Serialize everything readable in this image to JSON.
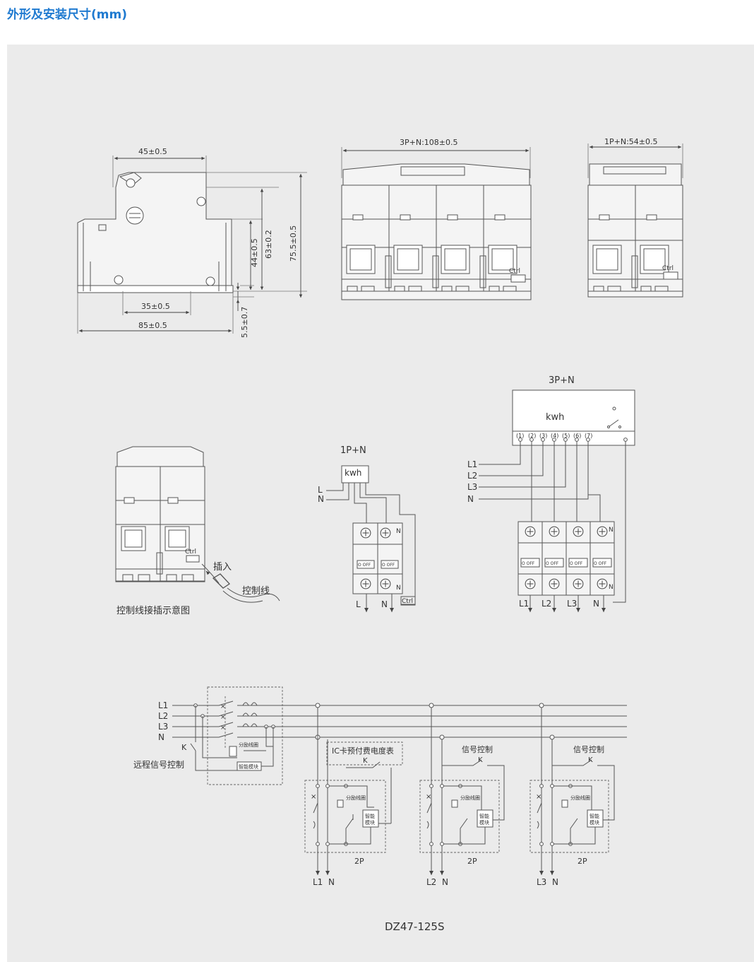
{
  "header": {
    "title": "外形及安装尺寸(mm)"
  },
  "dimensions": {
    "w45": "45±0.5",
    "w35": "35±0.5",
    "w85": "85±0.5",
    "h44": "44±0.5",
    "h63": "63±0.2",
    "h755": "75.5±0.5",
    "h55": "5.5±0.7",
    "w3p": "3P+N:108±0.5",
    "w1p": "1P+N:54±0.5",
    "ctrl": "Ctrl"
  },
  "insertion": {
    "insert": "插入",
    "cable": "控制线",
    "caption": "控制线接插示意图"
  },
  "wiring_1p": {
    "title": "1P+N",
    "meter": "kwh",
    "in_l": "L",
    "in_n": "N",
    "n_term": "N",
    "off": "O OFF",
    "out_l": "L",
    "out_n": "N",
    "out_ctrl": "Ctrl"
  },
  "wiring_3p": {
    "title": "3P+N",
    "meter": "kwh",
    "terms": [
      "(1)",
      "(2)",
      "(3)",
      "(4)",
      "(5)",
      "(6)",
      "(7)"
    ],
    "inputs": [
      "L1",
      "L2",
      "L3",
      "N"
    ],
    "n_term": "N",
    "off": "O OFF",
    "outputs": [
      "L1",
      "L2",
      "L3",
      "N"
    ]
  },
  "schematic": {
    "buses": [
      "L1",
      "L2",
      "L3",
      "N"
    ],
    "k": "K",
    "remote": "远程信号控制",
    "coil": "分励线圈",
    "module": "智能模块",
    "module_a": "智能",
    "module_b": "模块",
    "cross": "×",
    "prepay": "IC卡预付费电度表",
    "signal": "信号控制",
    "pole": "2P",
    "groups": [
      {
        "l": "L1",
        "n": "N"
      },
      {
        "l": "L2",
        "n": "N"
      },
      {
        "l": "L3",
        "n": "N"
      }
    ]
  },
  "model": "DZ47-125S"
}
